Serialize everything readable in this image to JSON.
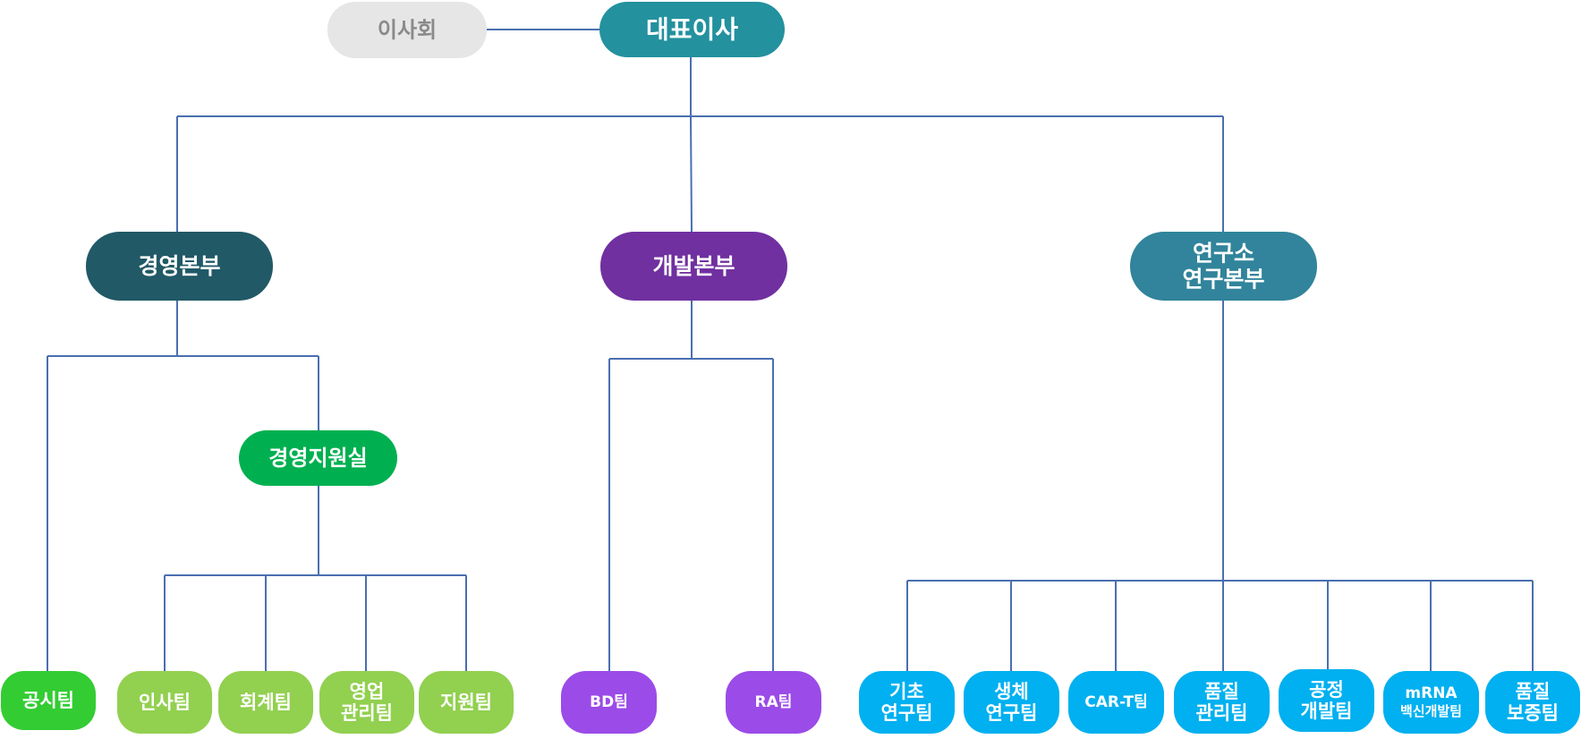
{
  "nodes": {
    "board": {
      "lines": [
        "이사회"
      ],
      "color": "#e6e6e6",
      "text_color": "#8a8a8a"
    },
    "ceo": {
      "lines": [
        "대표이사"
      ],
      "color": "#23919e",
      "text_color": "#ffffff"
    },
    "mgmt_hq": {
      "lines": [
        "경영본부"
      ],
      "color": "#215966",
      "text_color": "#ffffff"
    },
    "dev_hq": {
      "lines": [
        "개발본부"
      ],
      "color": "#7030a0",
      "text_color": "#ffffff"
    },
    "research_hq": {
      "lines": [
        "연구소",
        "연구본부"
      ],
      "color": "#31849b",
      "text_color": "#ffffff"
    },
    "mgmt_support": {
      "lines": [
        "경영지원실"
      ],
      "color": "#00b050",
      "text_color": "#ffffff"
    },
    "disclosure_team": {
      "lines": [
        "공시팀"
      ],
      "color": "#33cc33",
      "text_color": "#ffffff"
    },
    "hr_team": {
      "lines": [
        "인사팀"
      ],
      "color": "#92d050",
      "text_color": "#ffffff"
    },
    "accounting_team": {
      "lines": [
        "회계팀"
      ],
      "color": "#92d050",
      "text_color": "#ffffff"
    },
    "sales_mgmt_team": {
      "lines": [
        "영업",
        "관리팀"
      ],
      "color": "#92d050",
      "text_color": "#ffffff"
    },
    "support_team": {
      "lines": [
        "지원팀"
      ],
      "color": "#92d050",
      "text_color": "#ffffff"
    },
    "bd_team": {
      "lines": [
        "BD팀"
      ],
      "color": "#9b4be8",
      "text_color": "#ffffff"
    },
    "ra_team": {
      "lines": [
        "RA팀"
      ],
      "color": "#9b4be8",
      "text_color": "#ffffff"
    },
    "basic_research_team": {
      "lines": [
        "기초",
        "연구팀"
      ],
      "color": "#00b0f0",
      "text_color": "#ffffff"
    },
    "bio_research_team": {
      "lines": [
        "생체",
        "연구팀"
      ],
      "color": "#00b0f0",
      "text_color": "#ffffff"
    },
    "cart_team": {
      "lines": [
        "CAR-T팀"
      ],
      "color": "#00b0f0",
      "text_color": "#ffffff"
    },
    "qc_team": {
      "lines": [
        "품질",
        "관리팀"
      ],
      "color": "#00b0f0",
      "text_color": "#ffffff"
    },
    "process_dev_team": {
      "lines": [
        "공정",
        "개발팀"
      ],
      "color": "#00b0f0",
      "text_color": "#ffffff"
    },
    "mrna_team": {
      "lines": [
        "mRNA",
        "백신개발팀"
      ],
      "color": "#00b0f0",
      "text_color": "#ffffff"
    },
    "qa_team": {
      "lines": [
        "품질",
        "보증팀"
      ],
      "color": "#00b0f0",
      "text_color": "#ffffff"
    }
  },
  "line_color": "#4a6fb0"
}
